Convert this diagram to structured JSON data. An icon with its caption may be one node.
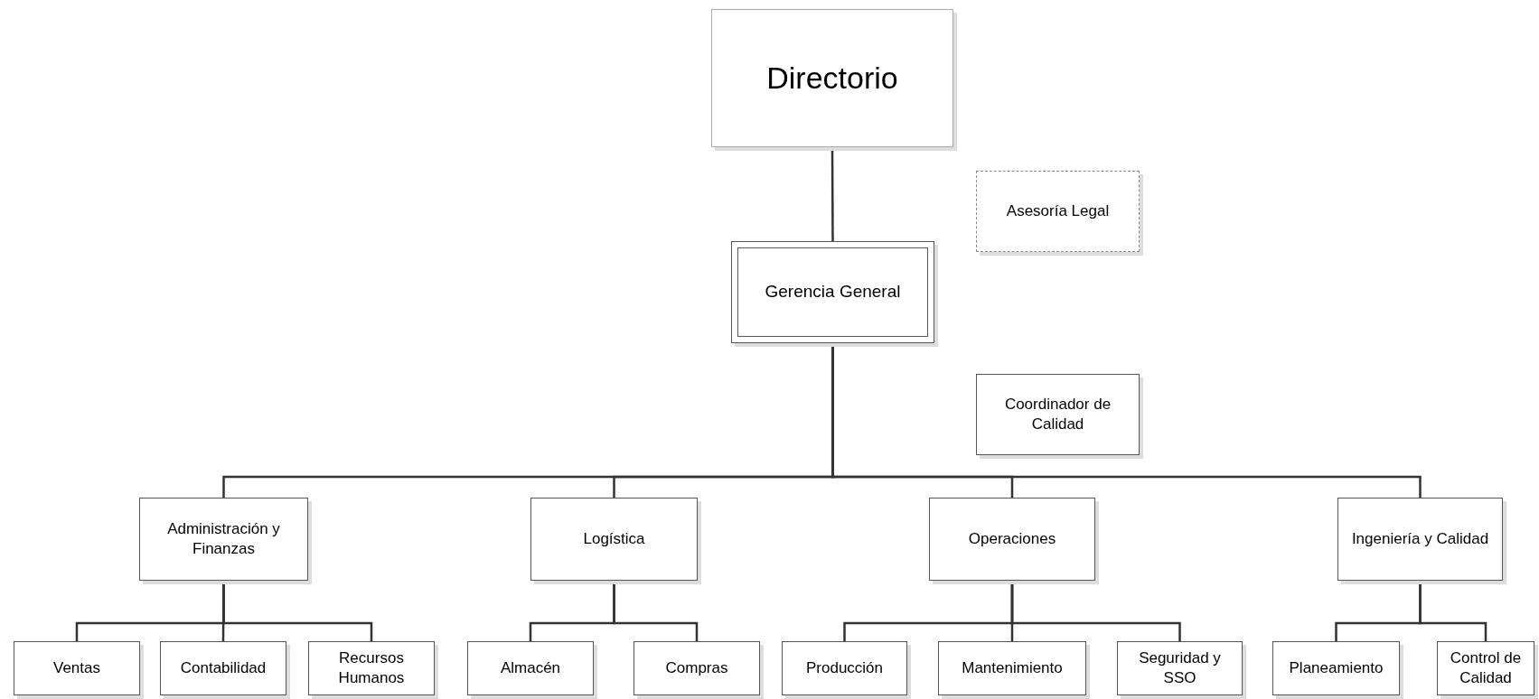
{
  "diagram": {
    "nodes": [
      {
        "text": [
          "Directorio"
        ]
      },
      {
        "text": [
          "Asesoría Legal"
        ]
      },
      {
        "text": [
          "Gerencia General"
        ]
      },
      {
        "text": [
          "Coordinador de Calidad"
        ]
      },
      {
        "text": [
          "Administración y Finanzas"
        ]
      },
      {
        "text": [
          "Logística"
        ]
      },
      {
        "text": [
          "Operaciones"
        ]
      },
      {
        "text": [
          "Ingeniería y Calidad"
        ]
      },
      {
        "text": [
          "Ventas"
        ]
      },
      {
        "text": [
          "Contabilidad"
        ]
      },
      {
        "text": [
          "Recursos Humanos"
        ]
      },
      {
        "text": [
          "Almacén"
        ]
      },
      {
        "text": [
          "Compras"
        ]
      },
      {
        "text": [
          "Producción"
        ]
      },
      {
        "text": [
          "Mantenimiento"
        ]
      },
      {
        "text": [
          "Seguridad y SSO"
        ]
      },
      {
        "text": [
          "Planeamiento"
        ]
      },
      {
        "text": [
          "Control de Calidad"
        ]
      }
    ],
    "edges": [
      {
        "from": 0,
        "to": 2,
        "arrow": "none"
      },
      {
        "from": 2,
        "to": 4,
        "arrow": "none"
      },
      {
        "from": 2,
        "to": 5,
        "arrow": "none"
      },
      {
        "from": 2,
        "to": 6,
        "arrow": "none"
      },
      {
        "from": 2,
        "to": 7,
        "arrow": "none"
      },
      {
        "from": 4,
        "to": 8,
        "arrow": "none"
      },
      {
        "from": 4,
        "to": 9,
        "arrow": "none"
      },
      {
        "from": 4,
        "to": 10,
        "arrow": "none"
      },
      {
        "from": 5,
        "to": 11,
        "arrow": "none"
      },
      {
        "from": 5,
        "to": 12,
        "arrow": "none"
      },
      {
        "from": 6,
        "to": 13,
        "arrow": "none"
      },
      {
        "from": 6,
        "to": 14,
        "arrow": "none"
      },
      {
        "from": 6,
        "to": 15,
        "arrow": "none"
      },
      {
        "from": 7,
        "to": 16,
        "arrow": "none"
      },
      {
        "from": 7,
        "to": 17,
        "arrow": "none"
      }
    ]
  }
}
